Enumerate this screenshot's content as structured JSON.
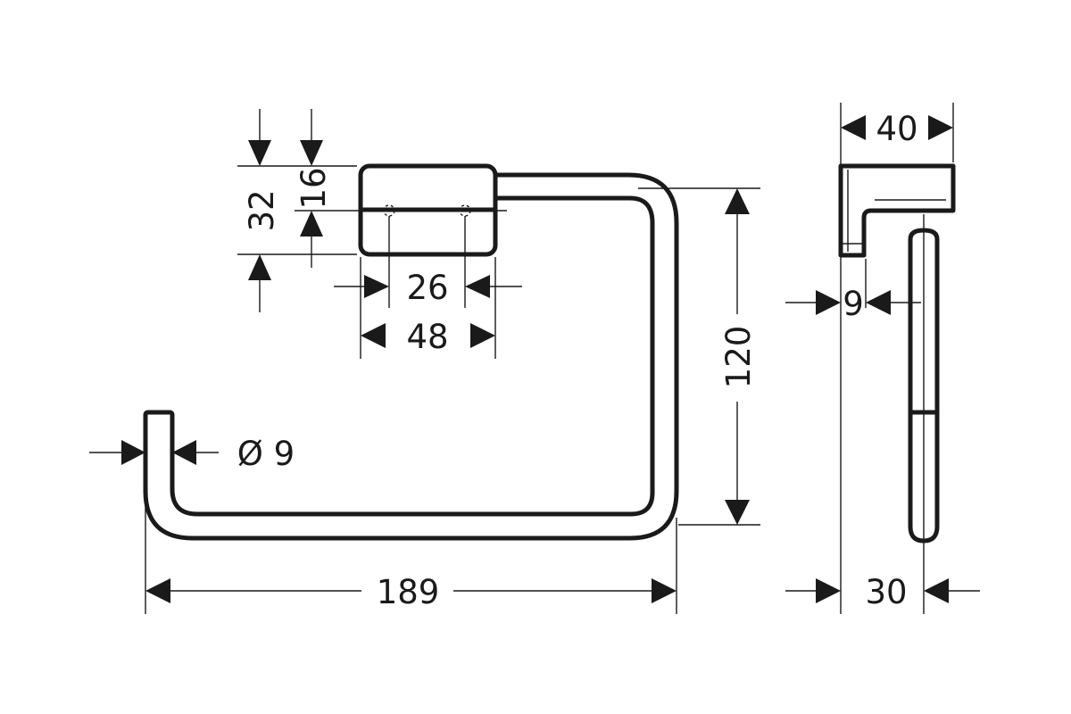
{
  "drawing": {
    "dimensions": {
      "mount_height": "32",
      "mount_offset": "16",
      "screw_spacing": "26",
      "mount_width": "48",
      "ring_height": "120",
      "rod_diameter": "Ø 9",
      "overall_width": "189",
      "side_depth": "40",
      "side_rod": "9",
      "side_offset": "30"
    }
  }
}
